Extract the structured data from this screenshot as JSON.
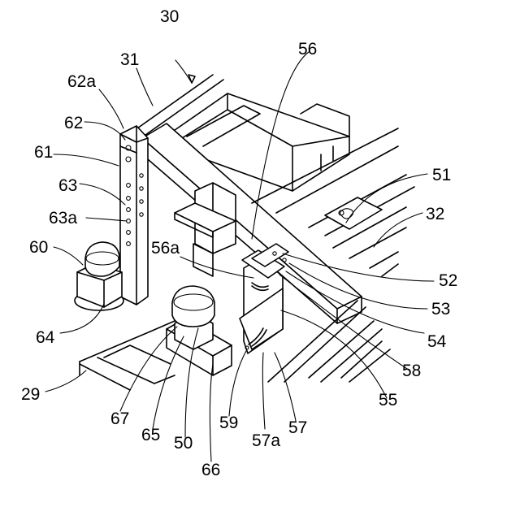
{
  "labels": {
    "l30": "30",
    "l31": "31",
    "l62a": "62a",
    "l62": "62",
    "l61": "61",
    "l63": "63",
    "l63a": "63a",
    "l60": "60",
    "l64": "64",
    "l29": "29",
    "l56": "56",
    "l51": "51",
    "l32": "32",
    "l56a": "56a",
    "l52": "52",
    "l53": "53",
    "l54": "54",
    "l58": "58",
    "l55": "55",
    "l67": "67",
    "l65": "65",
    "l50": "50",
    "l66": "66",
    "l59": "59",
    "l57a": "57a",
    "l57": "57"
  }
}
